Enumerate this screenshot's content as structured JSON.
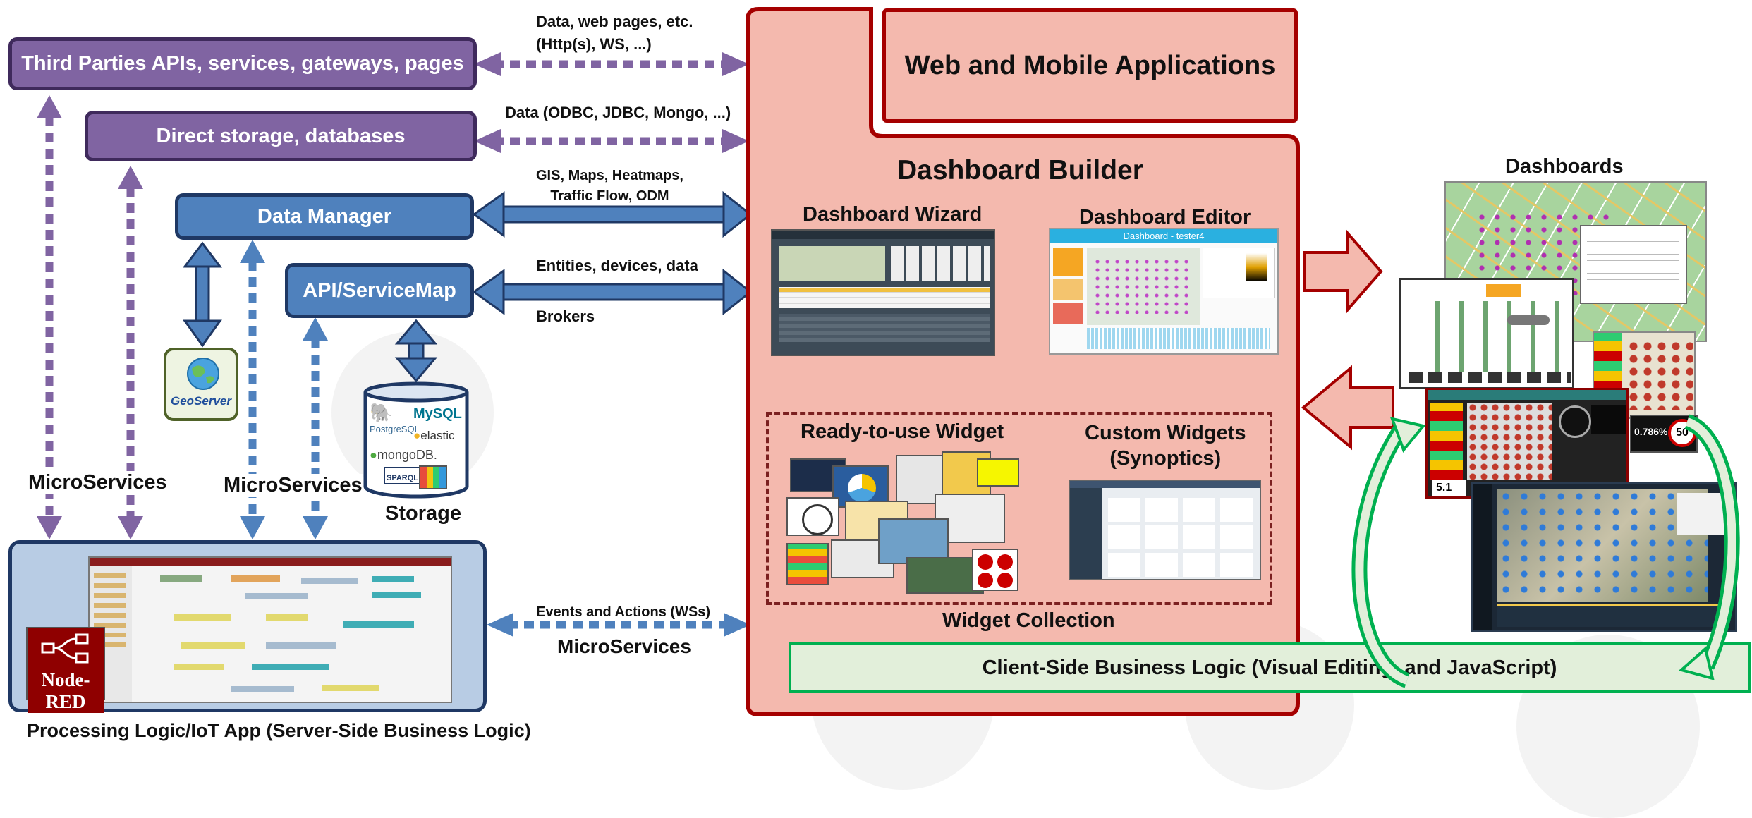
{
  "boxes": {
    "third_parties": "Third Parties APIs, services, gateways, pages",
    "direct_storage": "Direct storage, databases",
    "data_manager": "Data Manager",
    "api_servicemap": "API/ServiceMap",
    "web_mobile": "Web and Mobile Applications",
    "dashboard_builder": "Dashboard Builder",
    "client_side": "Client-Side Business Logic (Visual Editing, and JavaScript)"
  },
  "arrow_labels": {
    "data_web_line1": "Data, web pages, etc.",
    "data_web_line2": "(Http(s), WS, ...)",
    "data_odbc": "Data (ODBC, JDBC, Mongo, ...)",
    "gis_line1": "GIS, Maps, Heatmaps,",
    "gis_line2": "Traffic Flow, ODM",
    "entities": "Entities, devices, data",
    "brokers": "Brokers",
    "events": "Events and Actions (WSs)",
    "microservices_bottom": "MicroServices"
  },
  "left": {
    "microservices_left": "MicroServices",
    "microservices_mid": "MicroServices",
    "geoserver": "GeoServer",
    "storage": "Storage",
    "storage_logos": [
      "MySQL",
      "PostgreSQL",
      "elastic",
      "mongoDB.",
      "SPARQL"
    ],
    "nodered": "Node-RED",
    "processing_caption": "Processing Logic/IoT App (Server-Side Business Logic)"
  },
  "builder": {
    "wizard": "Dashboard Wizard",
    "editor": "Dashboard Editor",
    "editor_screen_title": "Dashboard - tester4",
    "ready_widget": "Ready-to-use Widget",
    "custom_widgets_line1": "Custom Widgets",
    "custom_widgets_line2": "(Synoptics)",
    "widget_collection": "Widget Collection"
  },
  "right": {
    "dashboards": "Dashboards",
    "tile_value": "5.1",
    "tile_percent": "0.786%",
    "speed_sign": "50"
  },
  "colors": {
    "purple": "#8064a2",
    "blue": "#4f81bd",
    "builder_fill": "#f4b9ae",
    "builder_border": "#c0392b",
    "client_fill": "#e2efda",
    "client_border": "#00b050",
    "dark_red_arrow": "#c00000"
  }
}
